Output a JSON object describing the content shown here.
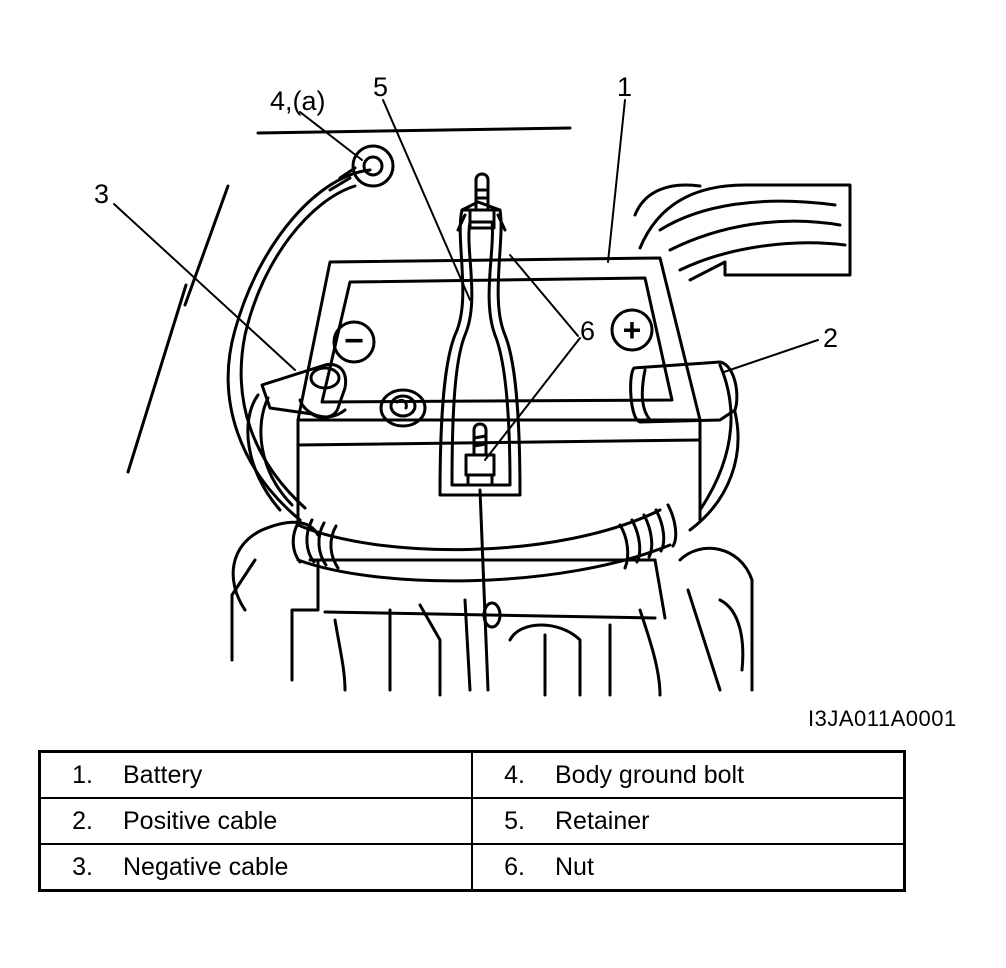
{
  "callouts": {
    "c1": "1",
    "c2": "2",
    "c3": "3",
    "c4": "4,(a)",
    "c5": "5",
    "c6": "6"
  },
  "figure_code": "I3JA011A0001",
  "legend": [
    {
      "num": "1.",
      "label": "Battery"
    },
    {
      "num": "4.",
      "label": "Body ground bolt"
    },
    {
      "num": "2.",
      "label": "Positive cable"
    },
    {
      "num": "5.",
      "label": "Retainer"
    },
    {
      "num": "3.",
      "label": "Negative cable"
    },
    {
      "num": "6.",
      "label": "Nut"
    }
  ],
  "terminal_symbols": {
    "negative": "−",
    "positive": "+"
  }
}
